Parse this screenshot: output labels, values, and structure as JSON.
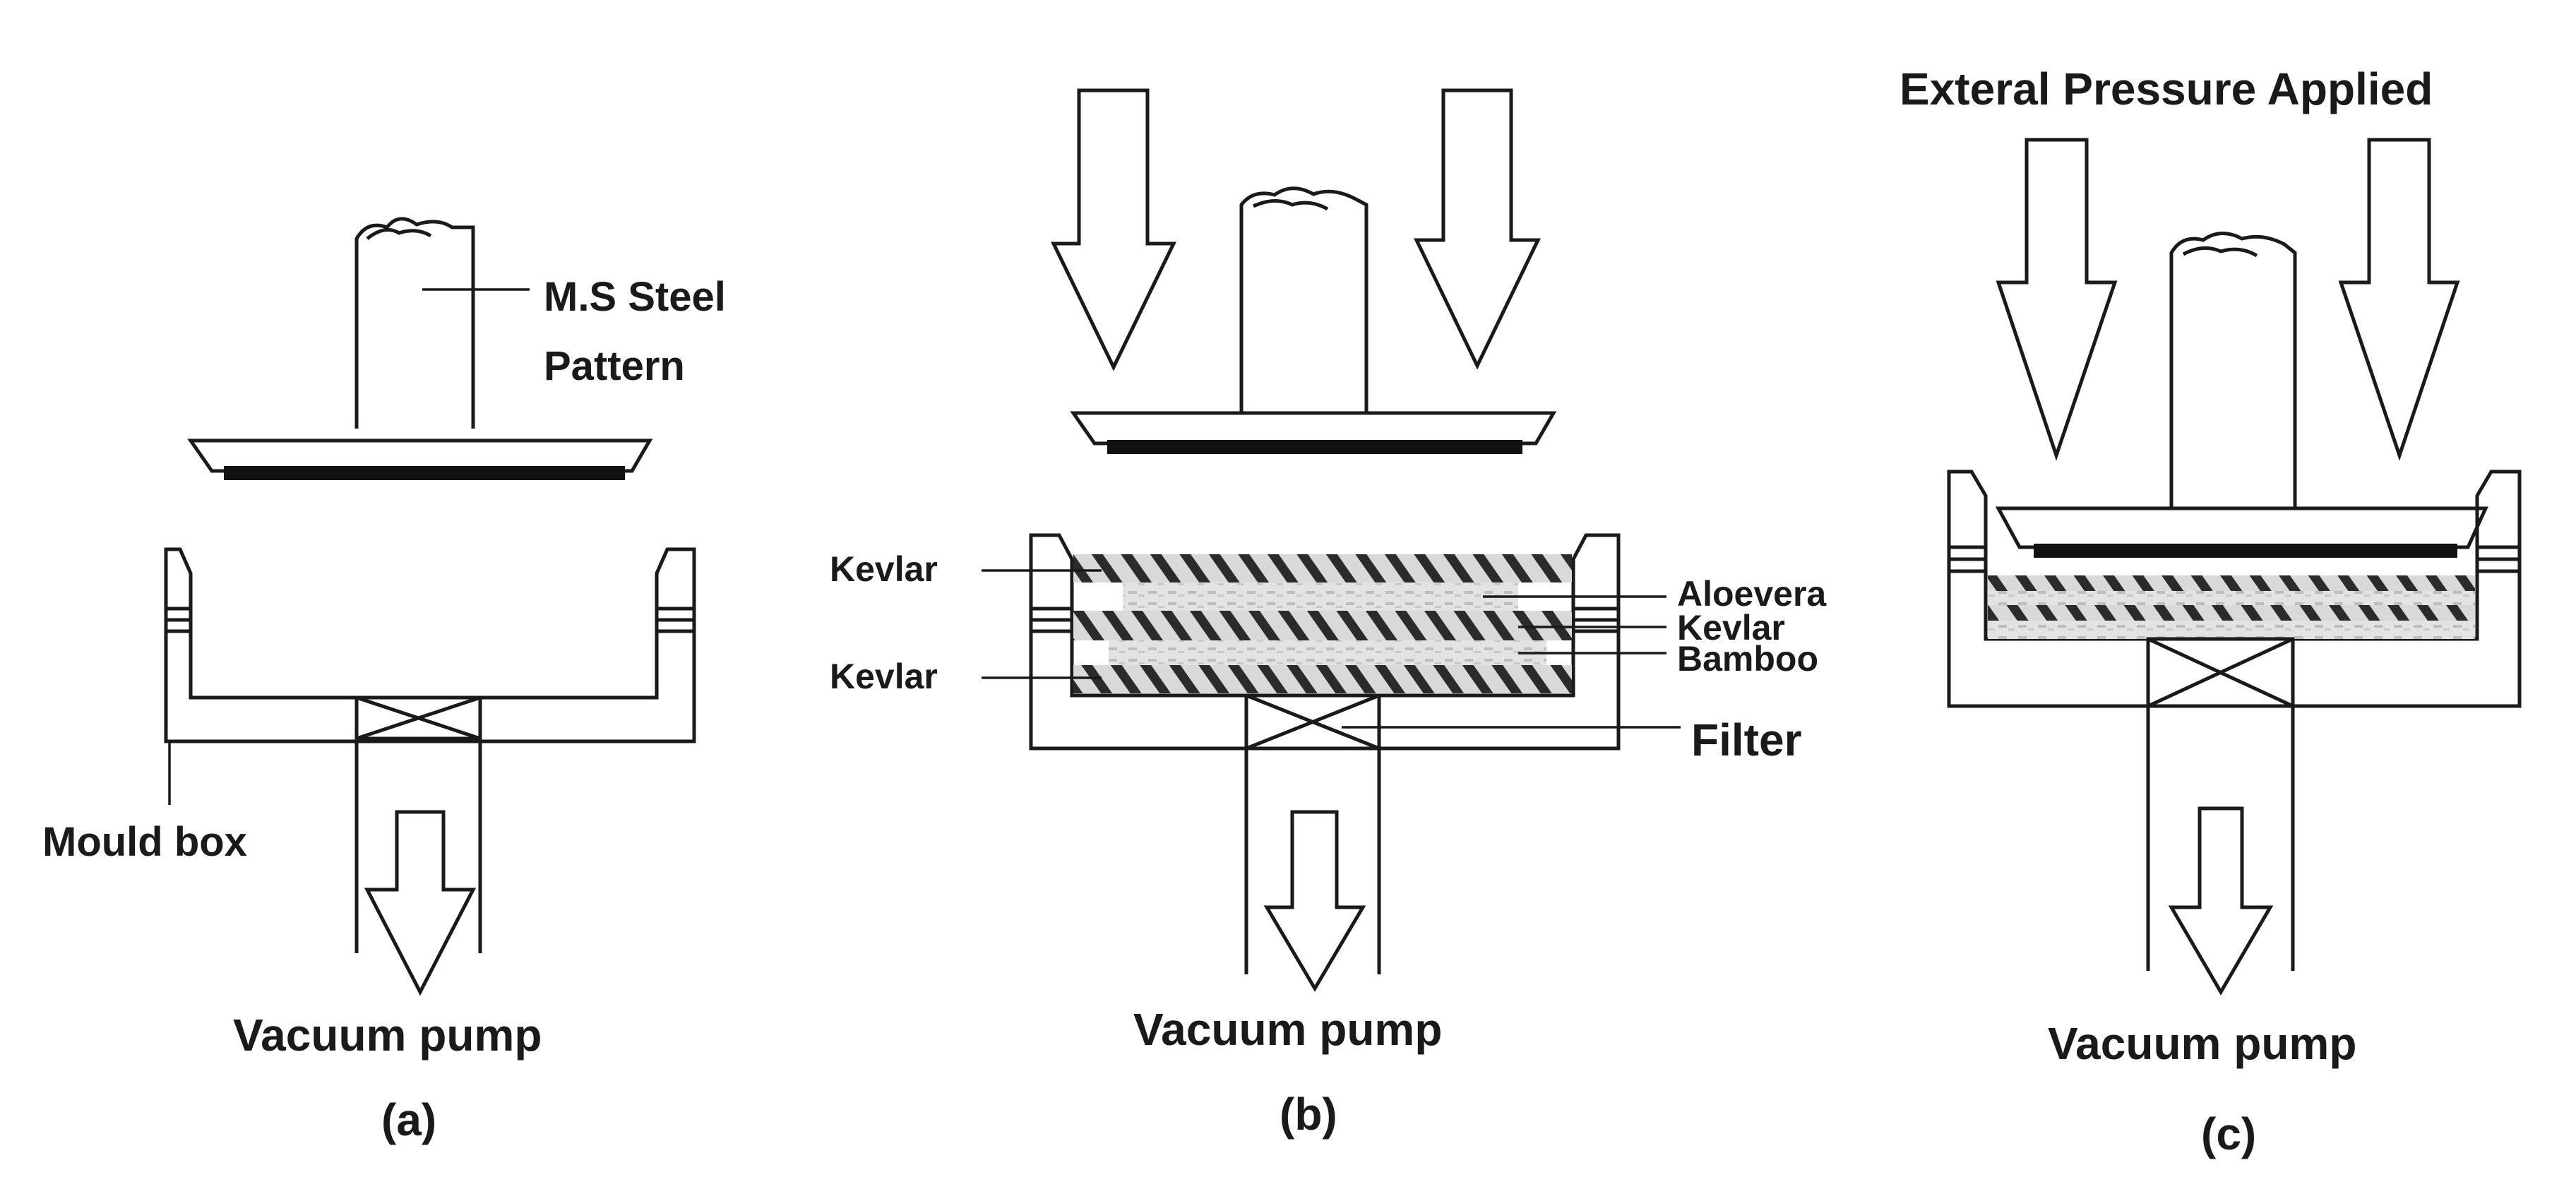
{
  "panels": [
    {
      "caption": "(a)",
      "labels": {
        "pattern_line1": "M.S Steel",
        "pattern_line2": "Pattern",
        "mould_box": "Mould box",
        "pump": "Vacuum pump"
      }
    },
    {
      "caption": "(b)",
      "labels": {
        "kevlar_top_left": "Kevlar",
        "kevlar_bottom_left": "Kevlar",
        "aloevera": "Aloevera",
        "kevlar_right": "Kevlar",
        "bamboo": "Bamboo",
        "filter": "Filter",
        "pump": "Vacuum pump"
      }
    },
    {
      "caption": "(c)",
      "labels": {
        "pressure": "Exteral Pressure Applied",
        "pump": "Vacuum pump"
      }
    }
  ],
  "colors": {
    "line": "#1a1a1a",
    "fiber_light": "#d9d9d9",
    "fiber_dark": "#2b2b2b",
    "background": "#ffffff"
  }
}
